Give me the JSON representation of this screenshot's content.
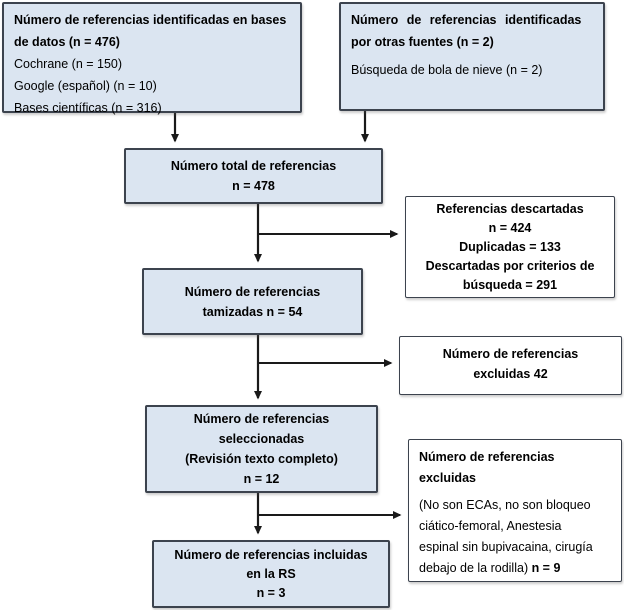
{
  "colors": {
    "box_fill": "#dbe5f1",
    "box_border": "#3c434e",
    "white_fill": "#ffffff",
    "line": "#1a1a1a",
    "text": "#000000"
  },
  "boxes": {
    "identified_databases": {
      "title_lines": [
        "Número de referencias identificadas en bases",
        "de datos (n = 476)"
      ],
      "lines": [
        "Cochrane (n = 150)",
        "Google (español) (n = 10)",
        "Bases científicas (n = 316)"
      ]
    },
    "identified_other_sources": {
      "title_lines": [
        "Número de referencias identificadas",
        "por otras fuentes (n = 2)"
      ],
      "body": "Búsqueda de bola de nieve (n = 2)"
    },
    "total_references": {
      "lines": [
        "Número total de referencias",
        "n = 478"
      ]
    },
    "discarded": {
      "lines": [
        "Referencias descartadas",
        "n = 424",
        "Duplicadas = 133",
        "Descartadas por criterios de búsqueda = 291"
      ]
    },
    "screened": {
      "lines": [
        "Número de referencias",
        "tamizadas n = 54"
      ]
    },
    "excluded_screening": {
      "lines": [
        "Número de referencias",
        "excluidas 42"
      ]
    },
    "selected_fulltext": {
      "lines": [
        "Número de referencias",
        "seleccionadas",
        "(Revisión texto completo)",
        "n = 12"
      ]
    },
    "excluded_fulltext": {
      "title_lines": [
        "Número de referencias",
        "excluidas"
      ],
      "body_lines": [
        "(No son ECAs,  no son bloqueo",
        "ciático-femoral,  Anestesia",
        "espinal sin bupivacaina, cirugía",
        "debajo de la rodilla) "
      ],
      "n_bold": "n = 9"
    },
    "included": {
      "lines": [
        "Número de referencias incluidas",
        "en la RS",
        "n = 3"
      ]
    }
  }
}
